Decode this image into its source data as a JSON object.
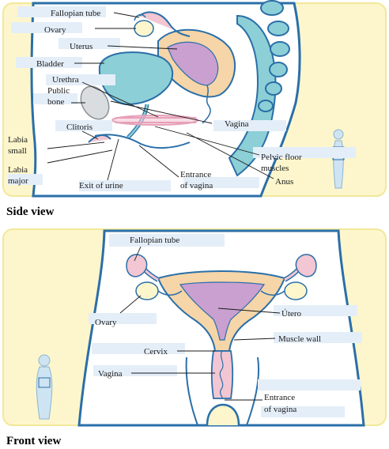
{
  "side_view": {
    "caption": "Side view",
    "labels": {
      "fallopian_tube": "Fallopian tube",
      "ovary": "Ovary",
      "uterus": "Uterus",
      "bladder": "Bladder",
      "urethra": "Urethra",
      "public_bone_1": "Public",
      "public_bone_2": "bone",
      "clitoris": "Clitoris",
      "labia_small_1": "Labia",
      "labia_small_2": "small",
      "labia_major_1": "Labia",
      "labia_major_2": "major",
      "vagina": "Vagina",
      "pelvic_floor_1": "Pelvic floor",
      "pelvic_floor_2": "muscles",
      "anus": "Anus",
      "entrance_vagina_1": "Entrance",
      "entrance_vagina_2": "of vagina",
      "exit_urine": "Exit of urine"
    }
  },
  "front_view": {
    "caption": "Front view",
    "labels": {
      "fallopian_tube": "Fallopian tube",
      "ovary": "Ovary",
      "utero": "Útero",
      "muscle_wall": "Muscle wall",
      "cervix": "Cervix",
      "vagina": "Vagina",
      "entrance_vagina_1": "Entrance",
      "entrance_vagina_2": "of vagina"
    }
  },
  "colors": {
    "panel_fill": "#fdf6cc",
    "panel_border": "#f2e89a",
    "outline": "#2a6fa8",
    "bladder": "#8ccfd6",
    "uterus": "#f6d5a8",
    "uterus_inner": "#c9a0cf",
    "muscle": "#f2c6d2",
    "blank": "#e4eef8"
  }
}
